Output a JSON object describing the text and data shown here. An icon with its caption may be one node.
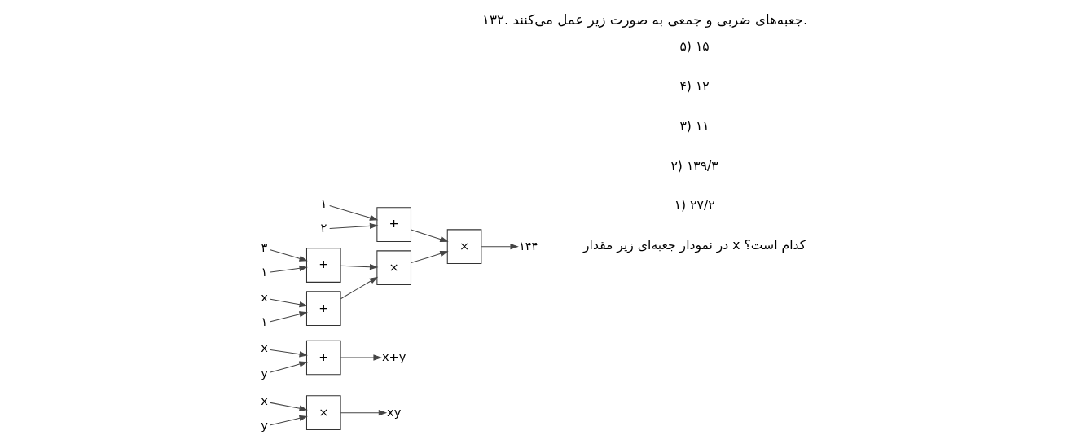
{
  "diagram": {
    "title": "۱۳۲. جعبه‌های ضربی و جمعی به صورت زیر عمل می‌کنند.",
    "nodes": [
      {
        "text": [
          "x"
        ]
      },
      {
        "text": [
          "y"
        ]
      },
      {
        "text": [
          "×"
        ]
      },
      {
        "text": [
          "xy"
        ]
      },
      {
        "text": [
          "x"
        ]
      },
      {
        "text": [
          "y"
        ]
      },
      {
        "text": [
          "+"
        ]
      },
      {
        "text": [
          "x+y"
        ]
      },
      {
        "text": [
          "۱"
        ]
      },
      {
        "text": [
          "۲"
        ]
      },
      {
        "text": [
          "+"
        ]
      },
      {
        "text": [
          "۳"
        ]
      },
      {
        "text": [
          "۱"
        ]
      },
      {
        "text": [
          "+"
        ]
      },
      {
        "text": [
          "x"
        ]
      },
      {
        "text": [
          "۱"
        ]
      },
      {
        "text": [
          "+"
        ]
      },
      {
        "text": [
          "×"
        ]
      },
      {
        "text": [
          "×"
        ]
      },
      {
        "text": [
          "۱۴۴"
        ]
      }
    ],
    "edges": [
      {
        "from": 0,
        "to": 2,
        "arrow": "to"
      },
      {
        "from": 1,
        "to": 2,
        "arrow": "to"
      },
      {
        "from": 2,
        "to": 3,
        "arrow": "to"
      },
      {
        "from": 4,
        "to": 6,
        "arrow": "to"
      },
      {
        "from": 5,
        "to": 6,
        "arrow": "to"
      },
      {
        "from": 6,
        "to": 7,
        "arrow": "to"
      },
      {
        "from": 8,
        "to": 10,
        "arrow": "to"
      },
      {
        "from": 9,
        "to": 10,
        "arrow": "to"
      },
      {
        "from": 11,
        "to": 13,
        "arrow": "to"
      },
      {
        "from": 12,
        "to": 13,
        "arrow": "to"
      },
      {
        "from": 14,
        "to": 16,
        "arrow": "to"
      },
      {
        "from": 15,
        "to": 16,
        "arrow": "to"
      },
      {
        "from": 13,
        "to": 17,
        "arrow": "to"
      },
      {
        "from": 16,
        "to": 17,
        "arrow": "to"
      },
      {
        "from": 10,
        "to": 18,
        "arrow": "to"
      },
      {
        "from": 17,
        "to": 18,
        "arrow": "to"
      },
      {
        "from": 18,
        "to": 19,
        "arrow": "to"
      }
    ],
    "labels": [
      "در نمودار جعبه‌ای زیر مقدار x کدام است؟",
      "۱) ۲۷/۲",
      "۲) ۱۳۹/۳",
      "۳) ۱۱",
      "۴) ۱۲",
      "۵) ۱۵"
    ]
  }
}
